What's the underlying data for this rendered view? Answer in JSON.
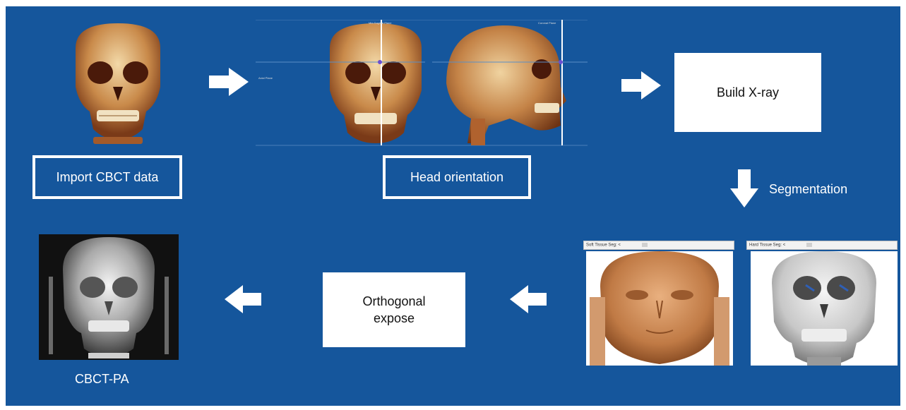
{
  "steps": {
    "import": "Import CBCT data",
    "head_orientation": "Head orientation",
    "build_xray": "Build X-ray",
    "segmentation": "Segmentation",
    "orthogonal_expose_line1": "Orthogonal",
    "orthogonal_expose_line2": "expose",
    "cbct_pa": "CBCT-PA"
  },
  "viewer": {
    "soft_tissue_label": "Soft Tissue Seg:",
    "hard_tissue_label": "Hard Tissue Seg:",
    "axial_plane": "Axial Plane",
    "midsagittal_plane": "Mid-Sagittal Plane",
    "coronal_plane": "Coronal Plane"
  },
  "colors": {
    "background": "#15569c",
    "arrow": "#ffffff",
    "skull_volume": "#c98a4a",
    "soft_tissue": "#c07a45",
    "hard_tissue": "#d9d9d9"
  },
  "icons": [
    "arrow-right-icon",
    "arrow-down-icon",
    "arrow-left-icon"
  ]
}
